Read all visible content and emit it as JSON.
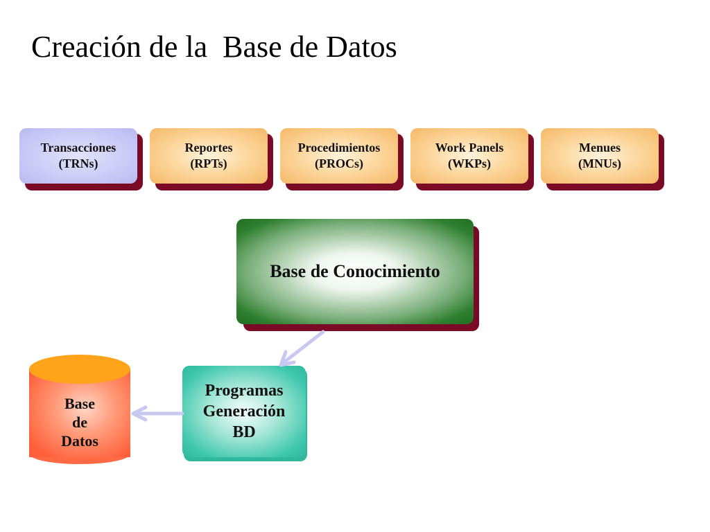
{
  "title": "Creación de la  Base de Datos",
  "inputs": [
    {
      "label": "Transacciones\n(TRNs)"
    },
    {
      "label": "Reportes\n(RPTs)"
    },
    {
      "label": "Procedimientos\n(PROCs)"
    },
    {
      "label": "Work Panels\n(WKPs)"
    },
    {
      "label": "Menues\n(MNUs)"
    }
  ],
  "knowledge_base": {
    "label": "Base de Conocimiento"
  },
  "generator": {
    "label": "Programas\nGeneración\nBD"
  },
  "database": {
    "label": "Base\nde\nDatos"
  },
  "colors": {
    "input_first": "#c6c6f6",
    "input_other": "#fcd8a0",
    "box_shadow": "#7a0a26",
    "knowledge_base": "#217021",
    "generator": "#3ec7ad",
    "database_top": "#ffa31a",
    "database_body": "#ff5f3a",
    "arrows": "#c8c8f0"
  }
}
